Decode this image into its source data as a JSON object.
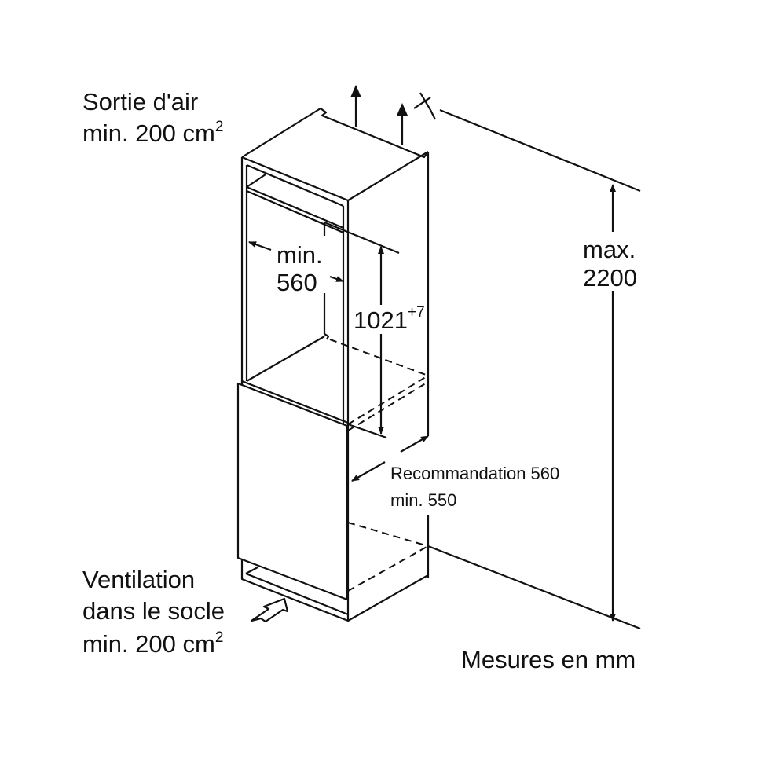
{
  "air_outlet": {
    "line1": "Sortie d'air",
    "line2": "min. 200 cm",
    "sup": "2"
  },
  "niche_width": {
    "line1": "min.",
    "line2": "560"
  },
  "niche_height": {
    "value": "1021",
    "tolerance": "+7"
  },
  "max_height": {
    "line1": "max.",
    "line2": "2200"
  },
  "depth": {
    "line1": "Recommandation 560",
    "line2": "min. 550"
  },
  "plinth_ventilation": {
    "line1": "Ventilation",
    "line2": "dans le socle",
    "line3": "min. 200 cm",
    "sup": "2"
  },
  "units_note": "Mesures en mm"
}
